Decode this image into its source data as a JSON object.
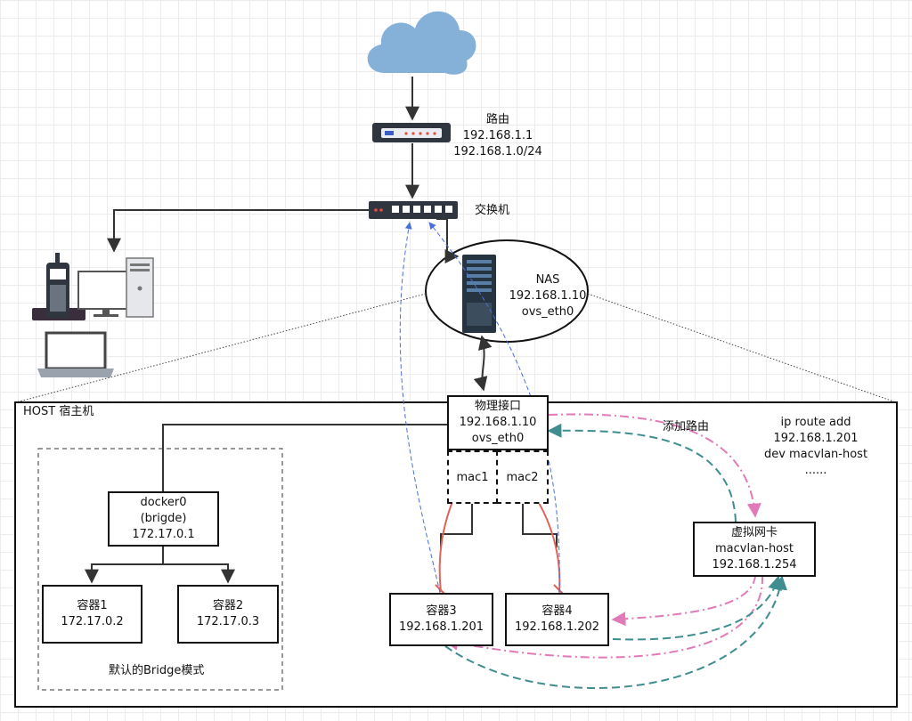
{
  "router": {
    "label": "路由",
    "ip": "192.168.1.1",
    "subnet": "192.168.1.0/24"
  },
  "switch": {
    "label": "交换机"
  },
  "nas": {
    "label": "NAS",
    "ip": "192.168.1.10",
    "iface": "ovs_eth0"
  },
  "host": {
    "title": "HOST 宿主机"
  },
  "physical": {
    "label": "物理接口",
    "ip": "192.168.1.10",
    "iface": "ovs_eth0"
  },
  "mac1": "mac1",
  "mac2": "mac2",
  "docker0": {
    "label": "docker0",
    "sub": "(brigde)",
    "ip": "172.17.0.1"
  },
  "container1": {
    "label": "容器1",
    "ip": "172.17.0.2"
  },
  "container2": {
    "label": "容器2",
    "ip": "172.17.0.3"
  },
  "bridge_mode": "默认的Bridge模式",
  "container3": {
    "label": "容器3",
    "ip": "192.168.1.201"
  },
  "container4": {
    "label": "容器4",
    "ip": "192.168.1.202"
  },
  "vnic": {
    "label": "虚拟网卡",
    "name": "macvlan-host",
    "ip": "192.168.1.254"
  },
  "route_note": "添加路由",
  "route_cmd": {
    "line1": "ip route add 192.168.1.201",
    "line2": "dev macvlan-host",
    "line3": "......"
  },
  "colors": {
    "cloud": "#85b1d8",
    "red_arrow": "#e0645a",
    "pink_arrow": "#e07ab8",
    "teal_arrow": "#3f8d8f",
    "blue_arrow": "#4a6fd9"
  }
}
